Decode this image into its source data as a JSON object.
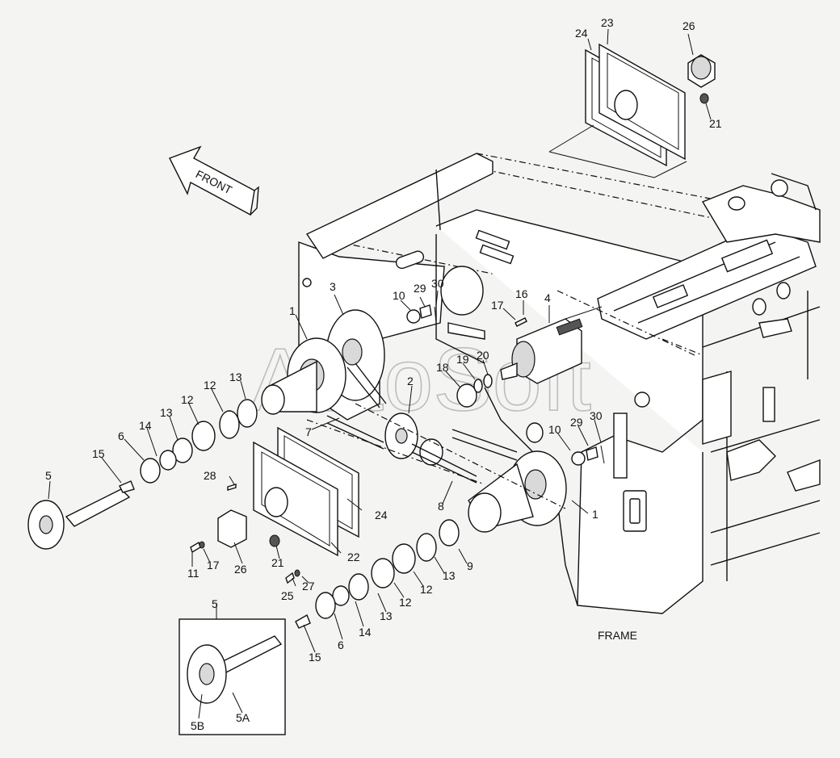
{
  "diagram": {
    "front_label": "FRONT",
    "frame_label": "FRAME",
    "watermark": "AutoSoft",
    "callouts": [
      {
        "id": "c24a",
        "text": "24"
      },
      {
        "id": "c23",
        "text": "23"
      },
      {
        "id": "c26a",
        "text": "26"
      },
      {
        "id": "c21a",
        "text": "21"
      },
      {
        "id": "c3",
        "text": "3"
      },
      {
        "id": "c10a",
        "text": "10"
      },
      {
        "id": "c29a",
        "text": "29"
      },
      {
        "id": "c30a",
        "text": "30"
      },
      {
        "id": "c16",
        "text": "16"
      },
      {
        "id": "c17a",
        "text": "17"
      },
      {
        "id": "c4",
        "text": "4"
      },
      {
        "id": "c1a",
        "text": "1"
      },
      {
        "id": "c18",
        "text": "18"
      },
      {
        "id": "c19",
        "text": "19"
      },
      {
        "id": "c20",
        "text": "20"
      },
      {
        "id": "c2",
        "text": "2"
      },
      {
        "id": "c13a",
        "text": "13"
      },
      {
        "id": "c12a",
        "text": "12"
      },
      {
        "id": "c12b",
        "text": "12"
      },
      {
        "id": "c13b",
        "text": "13"
      },
      {
        "id": "c14a",
        "text": "14"
      },
      {
        "id": "c6a",
        "text": "6"
      },
      {
        "id": "c15a",
        "text": "15"
      },
      {
        "id": "c5a",
        "text": "5"
      },
      {
        "id": "c7",
        "text": "7"
      },
      {
        "id": "c28",
        "text": "28"
      },
      {
        "id": "c10b",
        "text": "10"
      },
      {
        "id": "c29b",
        "text": "29"
      },
      {
        "id": "c30b",
        "text": "30"
      },
      {
        "id": "c24b",
        "text": "24"
      },
      {
        "id": "c8",
        "text": "8"
      },
      {
        "id": "c1b",
        "text": "1"
      },
      {
        "id": "c17b",
        "text": "17"
      },
      {
        "id": "c11",
        "text": "11"
      },
      {
        "id": "c26b",
        "text": "26"
      },
      {
        "id": "c21b",
        "text": "21"
      },
      {
        "id": "c22",
        "text": "22"
      },
      {
        "id": "c9",
        "text": "9"
      },
      {
        "id": "c13c",
        "text": "13"
      },
      {
        "id": "c12c",
        "text": "12"
      },
      {
        "id": "c12d",
        "text": "12"
      },
      {
        "id": "c27",
        "text": "27"
      },
      {
        "id": "c25",
        "text": "25"
      },
      {
        "id": "c13d",
        "text": "13"
      },
      {
        "id": "c14b",
        "text": "14"
      },
      {
        "id": "c6b",
        "text": "6"
      },
      {
        "id": "c15b",
        "text": "15"
      },
      {
        "id": "c5b",
        "text": "5"
      },
      {
        "id": "c5B",
        "text": "5B"
      },
      {
        "id": "c5A",
        "text": "5A"
      }
    ]
  }
}
